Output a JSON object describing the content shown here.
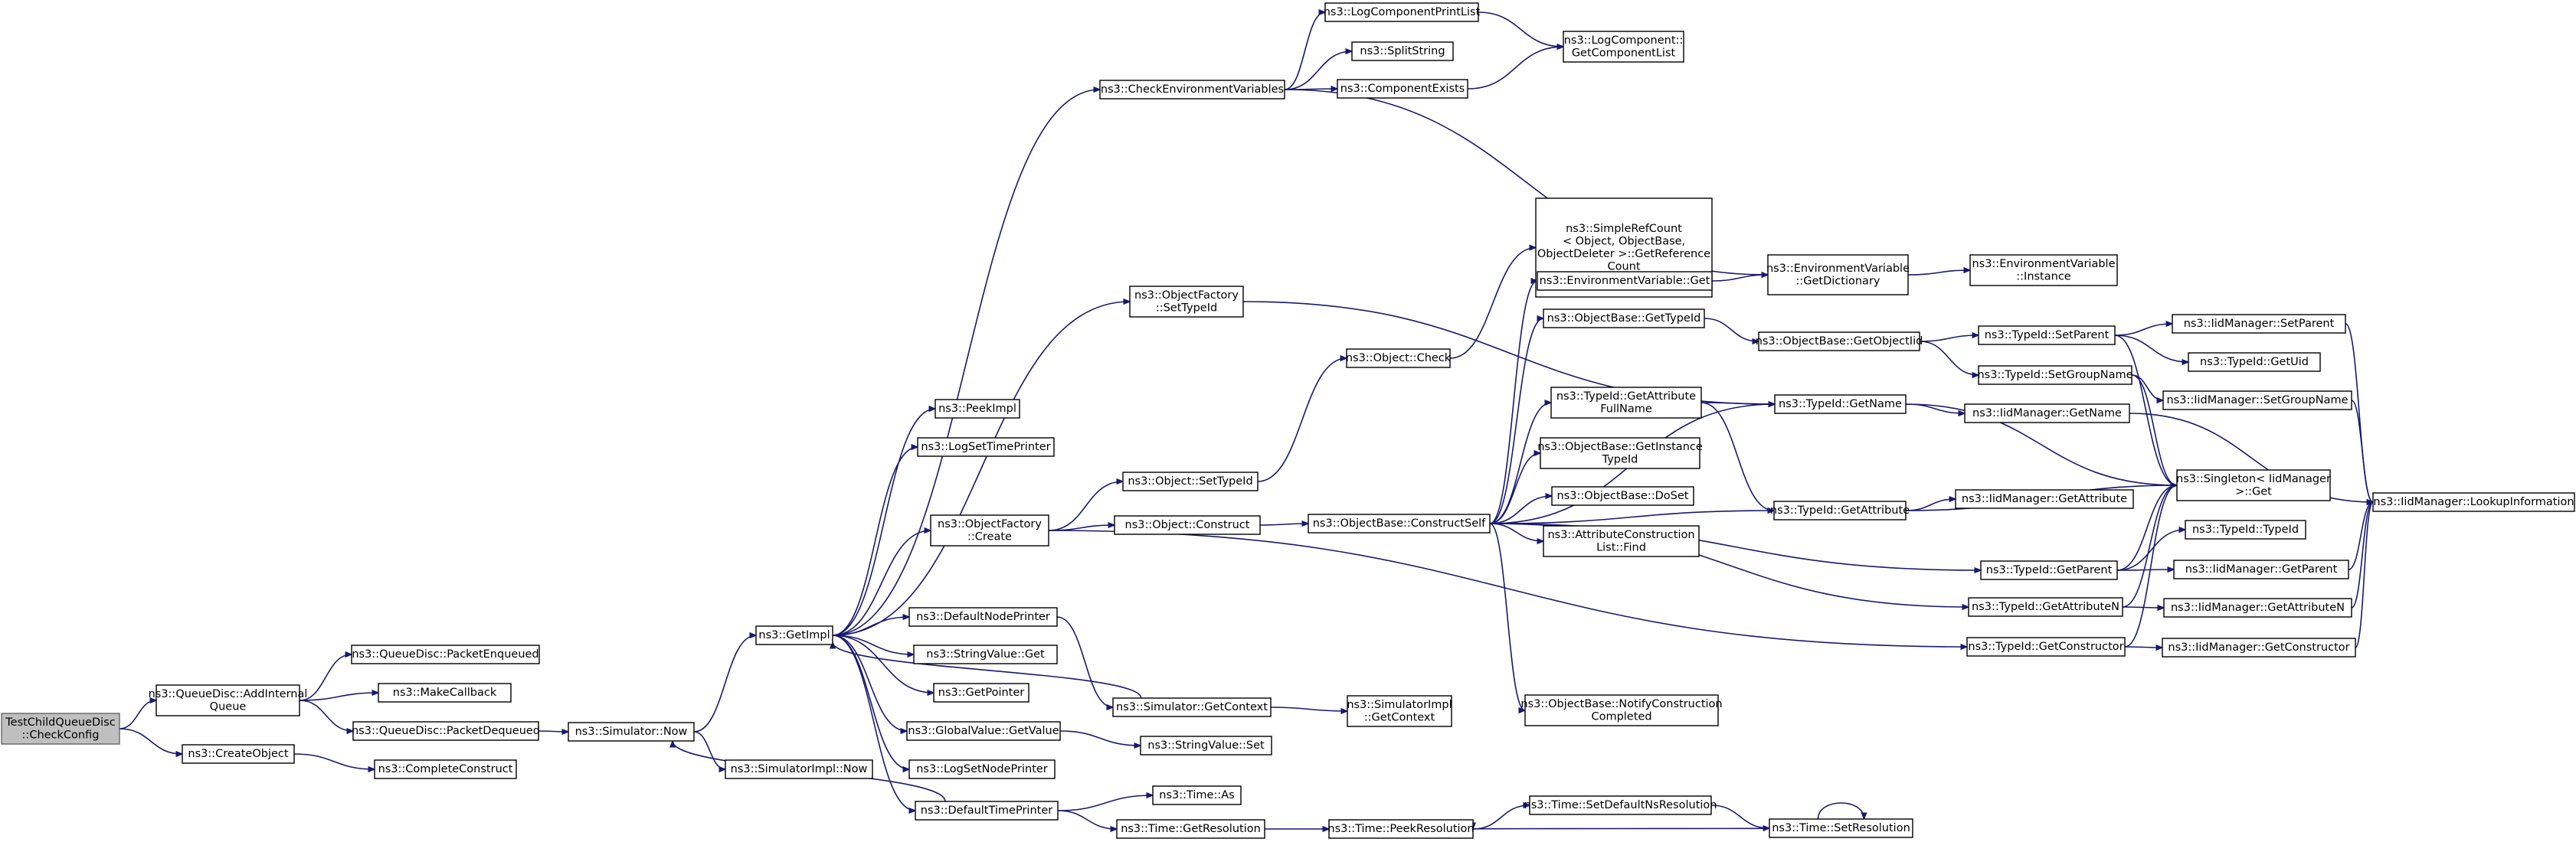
{
  "diagram": {
    "type": "call-graph",
    "edge_color": "#191970",
    "node_fill": "#ffffff",
    "root_fill": "#bfbfbf",
    "nodes": [
      {
        "id": "root",
        "lines": [
          "TestChildQueueDisc",
          "::CheckConfig"
        ],
        "root": true
      },
      {
        "id": "addq",
        "lines": [
          "ns3::QueueDisc::AddInternal",
          "Queue"
        ]
      },
      {
        "id": "createobj",
        "lines": [
          "ns3::CreateObject"
        ]
      },
      {
        "id": "enq",
        "lines": [
          "ns3::QueueDisc::PacketEnqueued"
        ]
      },
      {
        "id": "mkcb",
        "lines": [
          "ns3::MakeCallback"
        ]
      },
      {
        "id": "deq",
        "lines": [
          "ns3::QueueDisc::PacketDequeued"
        ]
      },
      {
        "id": "cc",
        "lines": [
          "ns3::CompleteConstruct"
        ]
      },
      {
        "id": "now",
        "lines": [
          "ns3::Simulator::Now"
        ]
      },
      {
        "id": "simnow",
        "lines": [
          "ns3::SimulatorImpl::Now"
        ]
      },
      {
        "id": "getimpl",
        "lines": [
          "ns3::GetImpl"
        ]
      },
      {
        "id": "peekimpl",
        "lines": [
          "ns3::PeekImpl"
        ]
      },
      {
        "id": "logstp",
        "lines": [
          "ns3::LogSetTimePrinter"
        ]
      },
      {
        "id": "ofcreate",
        "lines": [
          "ns3::ObjectFactory",
          "::Create"
        ]
      },
      {
        "id": "dnp",
        "lines": [
          "ns3::DefaultNodePrinter"
        ]
      },
      {
        "id": "svget",
        "lines": [
          "ns3::StringValue::Get"
        ]
      },
      {
        "id": "getptr",
        "lines": [
          "ns3::GetPointer"
        ]
      },
      {
        "id": "gvget",
        "lines": [
          "ns3::GlobalValue::GetValue"
        ]
      },
      {
        "id": "logsnp",
        "lines": [
          "ns3::LogSetNodePrinter"
        ]
      },
      {
        "id": "dtp",
        "lines": [
          "ns3::DefaultTimePrinter"
        ]
      },
      {
        "id": "cev",
        "lines": [
          "ns3::CheckEnvironmentVariables"
        ]
      },
      {
        "id": "ofsettid",
        "lines": [
          "ns3::ObjectFactory",
          "::SetTypeId"
        ]
      },
      {
        "id": "osettid",
        "lines": [
          "ns3::Object::SetTypeId"
        ]
      },
      {
        "id": "oconstruct",
        "lines": [
          "ns3::Object::Construct"
        ]
      },
      {
        "id": "simgetctx",
        "lines": [
          "ns3::Simulator::GetContext"
        ]
      },
      {
        "id": "svset",
        "lines": [
          "ns3::StringValue::Set"
        ]
      },
      {
        "id": "timeas",
        "lines": [
          "ns3::Time::As"
        ]
      },
      {
        "id": "timegetres",
        "lines": [
          "ns3::Time::GetResolution"
        ]
      },
      {
        "id": "lcpl",
        "lines": [
          "ns3::LogComponentPrintList"
        ]
      },
      {
        "id": "split",
        "lines": [
          "ns3::SplitString"
        ]
      },
      {
        "id": "compex",
        "lines": [
          "ns3::ComponentExists"
        ]
      },
      {
        "id": "ocheck",
        "lines": [
          "ns3::Object::Check"
        ]
      },
      {
        "id": "obcs",
        "lines": [
          "ns3::ObjectBase::ConstructSelf"
        ]
      },
      {
        "id": "simimplctx",
        "lines": [
          "ns3::SimulatorImpl",
          "::GetContext"
        ]
      },
      {
        "id": "peekres",
        "lines": [
          "ns3::Time::PeekResolution"
        ]
      },
      {
        "id": "lcgcl",
        "lines": [
          "ns3::LogComponent::",
          "GetComponentList"
        ]
      },
      {
        "id": "srcount",
        "lines": [
          "ns3::SimpleRefCount",
          "< Object, ObjectBase,",
          "ObjectDeleter >::GetReference",
          "Count"
        ]
      },
      {
        "id": "envget",
        "lines": [
          "ns3::EnvironmentVariable::Get"
        ]
      },
      {
        "id": "obgettid",
        "lines": [
          "ns3::ObjectBase::GetTypeId"
        ]
      },
      {
        "id": "tidgafn",
        "lines": [
          "ns3::TypeId::GetAttribute",
          "FullName"
        ]
      },
      {
        "id": "obgitid",
        "lines": [
          "ns3::ObjectBase::GetInstance",
          "TypeId"
        ]
      },
      {
        "id": "obdoset",
        "lines": [
          "ns3::ObjectBase::DoSet"
        ]
      },
      {
        "id": "acfind",
        "lines": [
          "ns3::AttributeConstruction",
          "List::Find"
        ]
      },
      {
        "id": "obnc",
        "lines": [
          "ns3::ObjectBase::NotifyConstruction",
          "Completed"
        ]
      },
      {
        "id": "setdefns",
        "lines": [
          "ns3::Time::SetDefaultNsResolution"
        ]
      },
      {
        "id": "envgetdict",
        "lines": [
          "ns3::EnvironmentVariable",
          "::GetDictionary"
        ]
      },
      {
        "id": "obgetoid",
        "lines": [
          "ns3::ObjectBase::GetObjectIid"
        ]
      },
      {
        "id": "tidgetname",
        "lines": [
          "ns3::TypeId::GetName"
        ]
      },
      {
        "id": "tidgetattr",
        "lines": [
          "ns3::TypeId::GetAttribute"
        ]
      },
      {
        "id": "tidgetparent",
        "lines": [
          "ns3::TypeId::GetParent"
        ]
      },
      {
        "id": "tidgetattrn",
        "lines": [
          "ns3::TypeId::GetAttributeN"
        ]
      },
      {
        "id": "tidgetctor",
        "lines": [
          "ns3::TypeId::GetConstructor"
        ]
      },
      {
        "id": "setres",
        "lines": [
          "ns3::Time::SetResolution"
        ]
      },
      {
        "id": "envinst",
        "lines": [
          "ns3::EnvironmentVariable",
          "::Instance"
        ]
      },
      {
        "id": "tidsetparent",
        "lines": [
          "ns3::TypeId::SetParent"
        ]
      },
      {
        "id": "tidsetgroup",
        "lines": [
          "ns3::TypeId::SetGroupName"
        ]
      },
      {
        "id": "iidgetname",
        "lines": [
          "ns3::IidManager::GetName"
        ]
      },
      {
        "id": "iidgetattr",
        "lines": [
          "ns3::IidManager::GetAttribute"
        ]
      },
      {
        "id": "tidtid",
        "lines": [
          "ns3::TypeId::TypeId"
        ]
      },
      {
        "id": "iidgetparent",
        "lines": [
          "ns3::IidManager::GetParent"
        ]
      },
      {
        "id": "iidgetattrn",
        "lines": [
          "ns3::IidManager::GetAttributeN"
        ]
      },
      {
        "id": "iidgetctor",
        "lines": [
          "ns3::IidManager::GetConstructor"
        ]
      },
      {
        "id": "iidsetparent",
        "lines": [
          "ns3::IidManager::SetParent"
        ]
      },
      {
        "id": "tidgetuid",
        "lines": [
          "ns3::TypeId::GetUid"
        ]
      },
      {
        "id": "iidsetgroup",
        "lines": [
          "ns3::IidManager::SetGroupName"
        ]
      },
      {
        "id": "singleton",
        "lines": [
          "ns3::Singleton< IidManager",
          ">::Get"
        ]
      },
      {
        "id": "lookup",
        "lines": [
          "ns3::IidManager::LookupInformation"
        ]
      }
    ],
    "edges": [
      [
        "root",
        "addq"
      ],
      [
        "root",
        "createobj"
      ],
      [
        "addq",
        "enq"
      ],
      [
        "addq",
        "mkcb"
      ],
      [
        "addq",
        "deq"
      ],
      [
        "createobj",
        "cc"
      ],
      [
        "deq",
        "now"
      ],
      [
        "now",
        "getimpl"
      ],
      [
        "now",
        "simnow"
      ],
      [
        "getimpl",
        "peekimpl"
      ],
      [
        "getimpl",
        "logstp"
      ],
      [
        "getimpl",
        "cev"
      ],
      [
        "getimpl",
        "ofsettid"
      ],
      [
        "getimpl",
        "ofcreate"
      ],
      [
        "getimpl",
        "dnp"
      ],
      [
        "getimpl",
        "svget"
      ],
      [
        "getimpl",
        "getptr"
      ],
      [
        "getimpl",
        "gvget"
      ],
      [
        "getimpl",
        "logsnp"
      ],
      [
        "getimpl",
        "dtp"
      ],
      [
        "ofcreate",
        "osettid"
      ],
      [
        "ofcreate",
        "oconstruct"
      ],
      [
        "ofcreate",
        "tidgetctor"
      ],
      [
        "ofsettid",
        "tidgetname"
      ],
      [
        "osettid",
        "ocheck"
      ],
      [
        "ocheck",
        "srcount"
      ],
      [
        "oconstruct",
        "obcs"
      ],
      [
        "dnp",
        "simgetctx"
      ],
      [
        "simgetctx",
        "simimplctx"
      ],
      [
        "simgetctx",
        "getimpl"
      ],
      [
        "gvget",
        "svset"
      ],
      [
        "dtp",
        "timeas"
      ],
      [
        "dtp",
        "timegetres"
      ],
      [
        "dtp",
        "now"
      ],
      [
        "timegetres",
        "peekres"
      ],
      [
        "cev",
        "lcpl"
      ],
      [
        "cev",
        "split"
      ],
      [
        "cev",
        "compex"
      ],
      [
        "cev",
        "envgetdict"
      ],
      [
        "lcpl",
        "lcgcl"
      ],
      [
        "compex",
        "lcgcl"
      ],
      [
        "envget",
        "envgetdict"
      ],
      [
        "envgetdict",
        "envinst"
      ],
      [
        "obcs",
        "envget"
      ],
      [
        "obcs",
        "obgettid"
      ],
      [
        "obcs",
        "tidgafn"
      ],
      [
        "obcs",
        "obgitid"
      ],
      [
        "obcs",
        "obdoset"
      ],
      [
        "obcs",
        "acfind"
      ],
      [
        "obcs",
        "obnc"
      ],
      [
        "obcs",
        "tidgetname"
      ],
      [
        "obcs",
        "tidgetattr"
      ],
      [
        "obcs",
        "tidgetparent"
      ],
      [
        "obcs",
        "tidgetattrn"
      ],
      [
        "obgettid",
        "obgetoid"
      ],
      [
        "obgetoid",
        "tidsetparent"
      ],
      [
        "obgetoid",
        "tidsetgroup"
      ],
      [
        "tidgafn",
        "tidgetname"
      ],
      [
        "tidgafn",
        "tidgetattr"
      ],
      [
        "tidgetname",
        "iidgetname"
      ],
      [
        "tidgetname",
        "singleton"
      ],
      [
        "tidgetattr",
        "iidgetattr"
      ],
      [
        "tidgetattr",
        "singleton"
      ],
      [
        "tidgetparent",
        "tidtid"
      ],
      [
        "tidgetparent",
        "iidgetparent"
      ],
      [
        "tidgetparent",
        "singleton"
      ],
      [
        "tidgetattrn",
        "iidgetattrn"
      ],
      [
        "tidgetattrn",
        "singleton"
      ],
      [
        "tidgetctor",
        "iidgetctor"
      ],
      [
        "tidgetctor",
        "singleton"
      ],
      [
        "tidsetparent",
        "iidsetparent"
      ],
      [
        "tidsetparent",
        "tidgetuid"
      ],
      [
        "tidsetparent",
        "singleton"
      ],
      [
        "tidsetgroup",
        "iidsetgroup"
      ],
      [
        "tidsetgroup",
        "singleton"
      ],
      [
        "iidgetname",
        "lookup"
      ],
      [
        "iidgetparent",
        "lookup"
      ],
      [
        "iidgetattrn",
        "lookup"
      ],
      [
        "iidgetctor",
        "lookup"
      ],
      [
        "iidsetparent",
        "lookup"
      ],
      [
        "iidsetgroup",
        "lookup"
      ],
      [
        "setdefns",
        "setres"
      ],
      [
        "setres",
        "peekres"
      ],
      [
        "peekres",
        "setdefns"
      ],
      [
        "setres",
        "setres"
      ]
    ]
  }
}
